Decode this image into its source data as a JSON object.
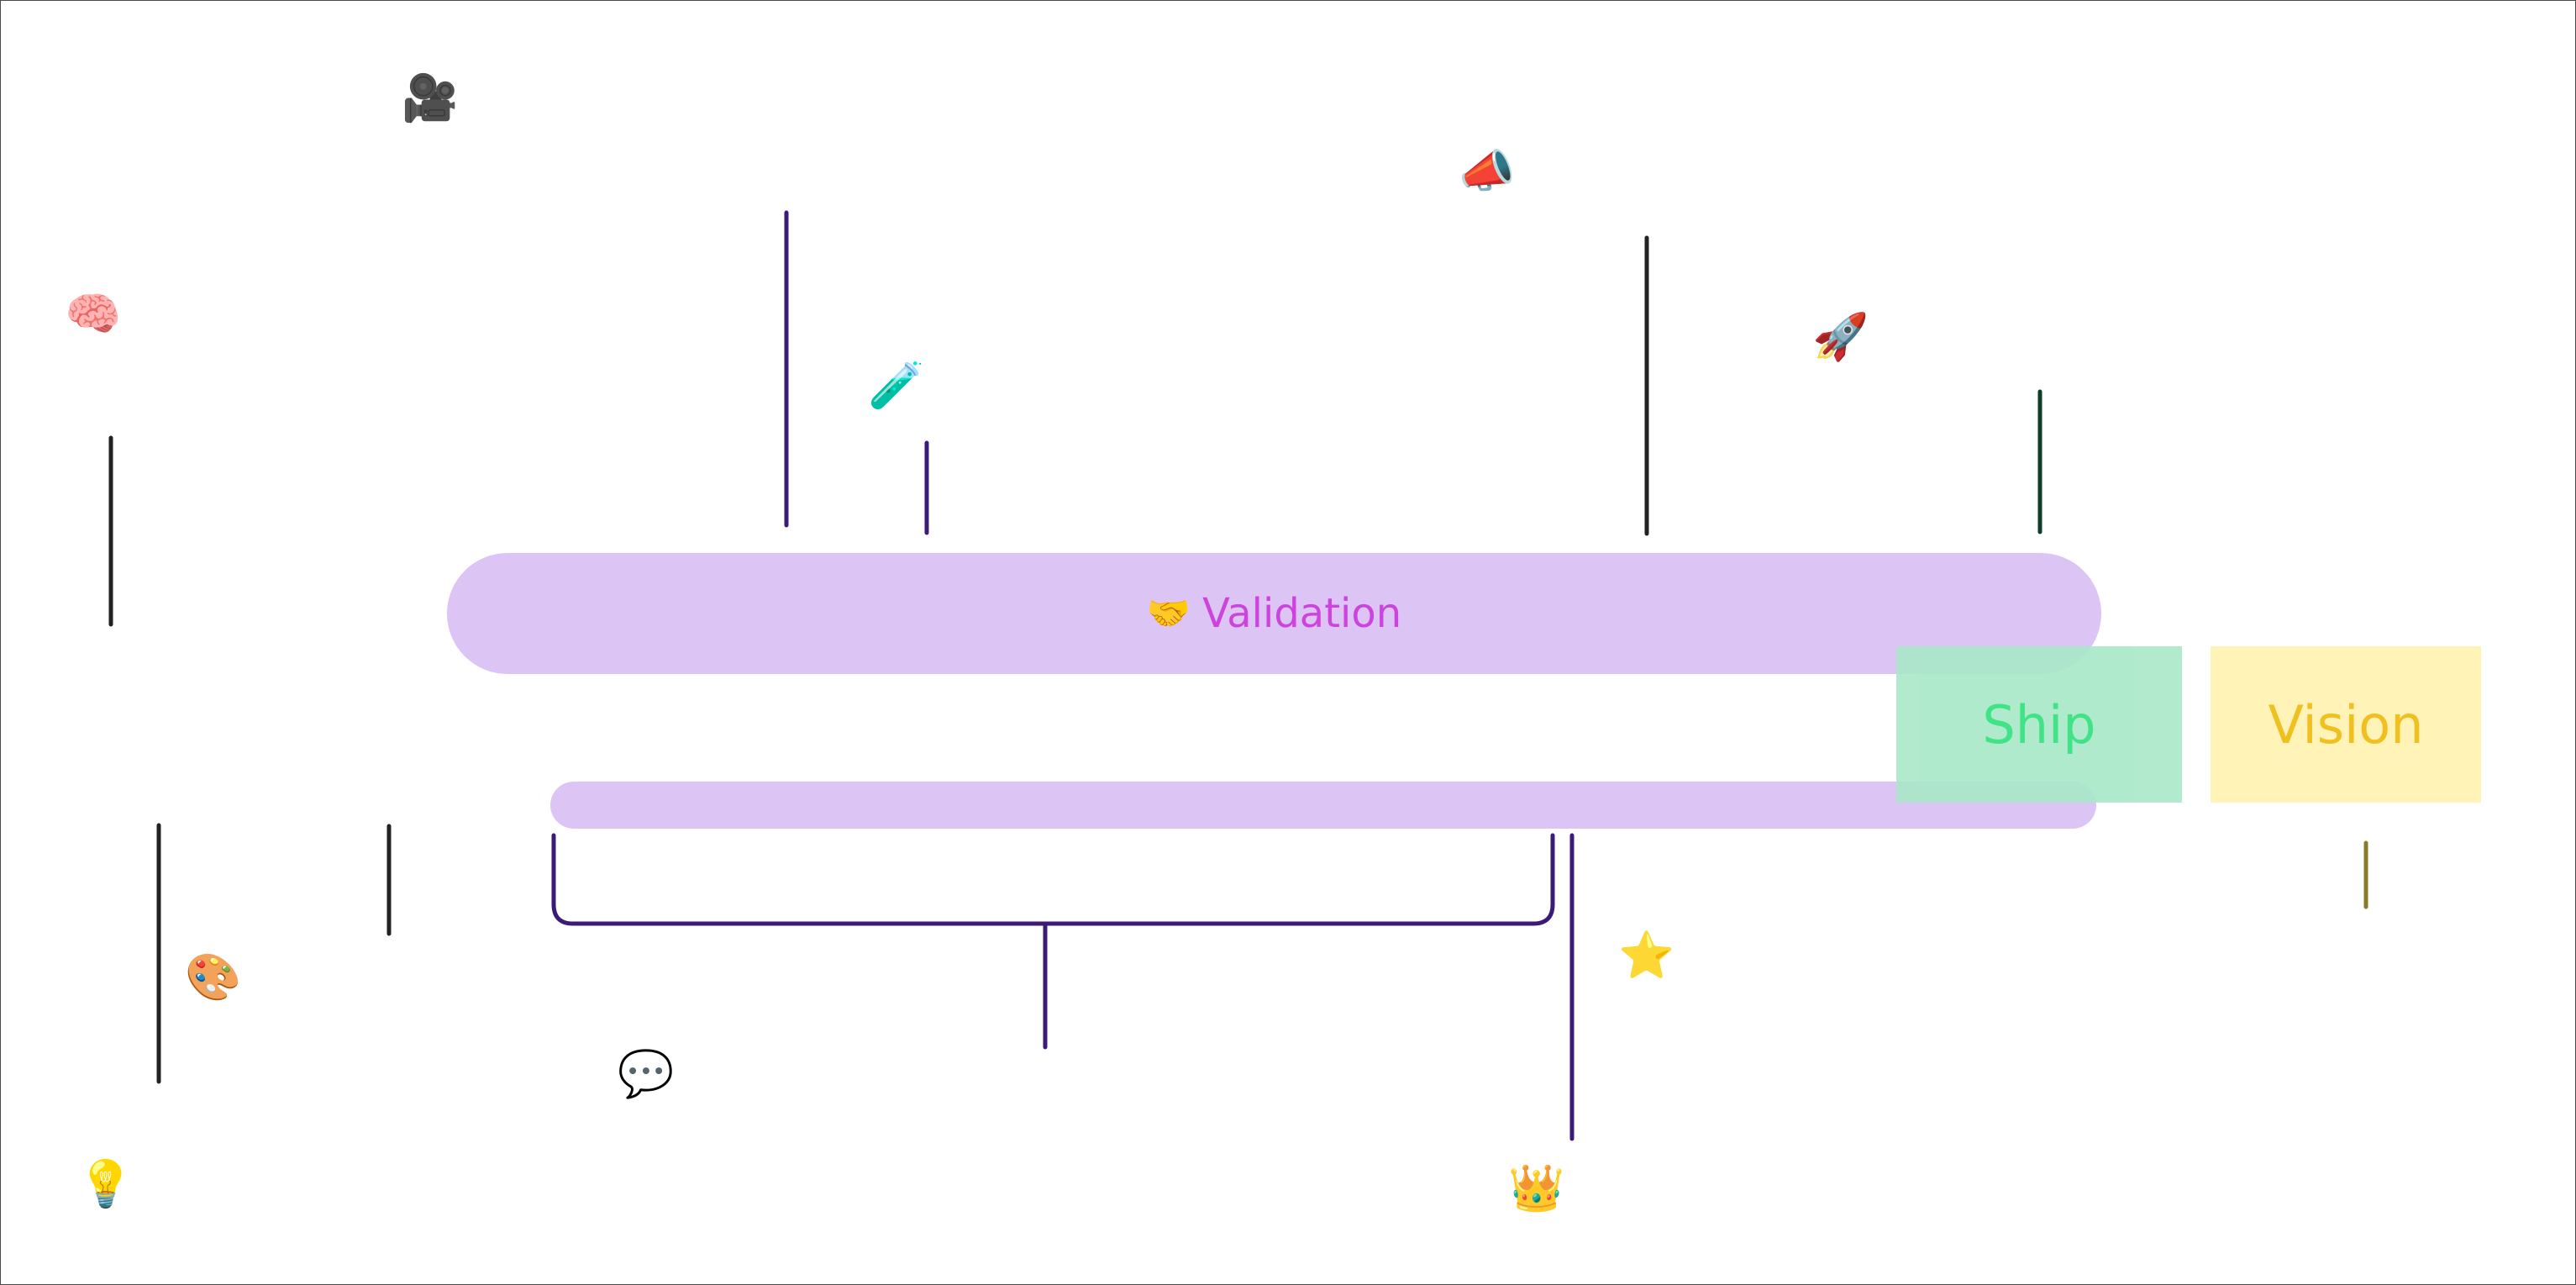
{
  "canvas": {
    "background": "#ffffff",
    "border_color": "#4a4a4a"
  },
  "pills": [
    {
      "id": "validation",
      "label": "Validation",
      "emoji": "🤝",
      "fill": "#dcc4f5",
      "text_color": "#cc44dd"
    },
    {
      "id": "bar-2",
      "label": "",
      "fill": "#dcc4f5"
    }
  ],
  "tags": [
    {
      "id": "ship",
      "label": "Ship",
      "fill": "#a8e8c8",
      "text_color": "#2ee07a"
    },
    {
      "id": "vision",
      "label": "Vision",
      "fill": "#fff3b8",
      "text_color": "#f0c020"
    }
  ],
  "icons": [
    {
      "name": "film-camera-icon",
      "glyph": "🎥"
    },
    {
      "name": "megaphone-icon",
      "glyph": "📣"
    },
    {
      "name": "brain-icon",
      "glyph": "🧠"
    },
    {
      "name": "rocket-icon",
      "glyph": "🚀"
    },
    {
      "name": "test-tube-icon",
      "glyph": "🧪"
    },
    {
      "name": "palette-icon",
      "glyph": "🎨"
    },
    {
      "name": "star-icon",
      "glyph": "⭐"
    },
    {
      "name": "speech-bubble-icon",
      "glyph": "💬"
    },
    {
      "name": "lightbulb-icon",
      "glyph": "💡"
    },
    {
      "name": "crown-icon",
      "glyph": "👑"
    }
  ],
  "colors": {
    "line_black": "#222222",
    "line_purple": "#3c1a78",
    "line_green": "#0f3d2a",
    "line_olive": "#8a7a2a"
  }
}
